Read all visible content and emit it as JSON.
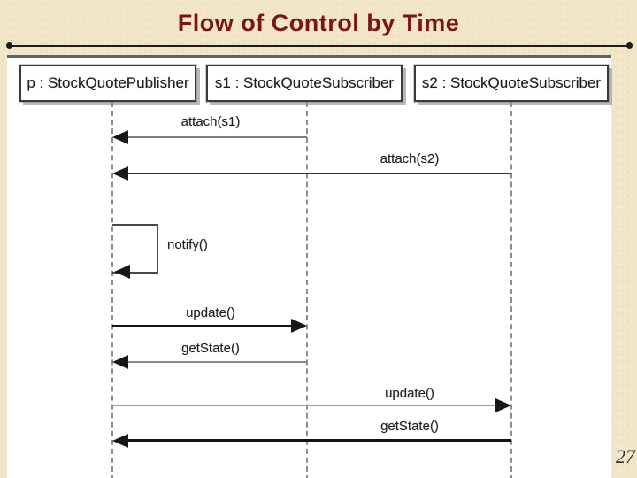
{
  "slide": {
    "title": "Flow of Control by Time",
    "page_number": "27",
    "colors": {
      "background": "#f2e6c8",
      "title": "#7d1414",
      "panel": "#ffffff",
      "message_line_dark": "#171717",
      "message_line_gray": "#8a8a8a",
      "lifeline": "#8d8d8d"
    }
  },
  "diagram": {
    "type": "uml-sequence-diagram",
    "objects": [
      {
        "id": "p",
        "label": "p : StockQuotePublisher"
      },
      {
        "id": "s1",
        "label": "s1 : StockQuoteSubscriber"
      },
      {
        "id": "s2",
        "label": "s2 : StockQuoteSubscriber"
      }
    ],
    "messages": [
      {
        "label": "attach(s1)",
        "from": "s1",
        "to": "p",
        "self": false
      },
      {
        "label": "attach(s2)",
        "from": "s2",
        "to": "p",
        "self": false
      },
      {
        "label": "notify()",
        "from": "p",
        "to": "p",
        "self": true
      },
      {
        "label": "update()",
        "from": "p",
        "to": "s1",
        "self": false
      },
      {
        "label": "getState()",
        "from": "s1",
        "to": "p",
        "self": false
      },
      {
        "label": "update()",
        "from": "p",
        "to": "s2",
        "self": false
      },
      {
        "label": "getState()",
        "from": "s2",
        "to": "p",
        "self": false
      }
    ]
  }
}
